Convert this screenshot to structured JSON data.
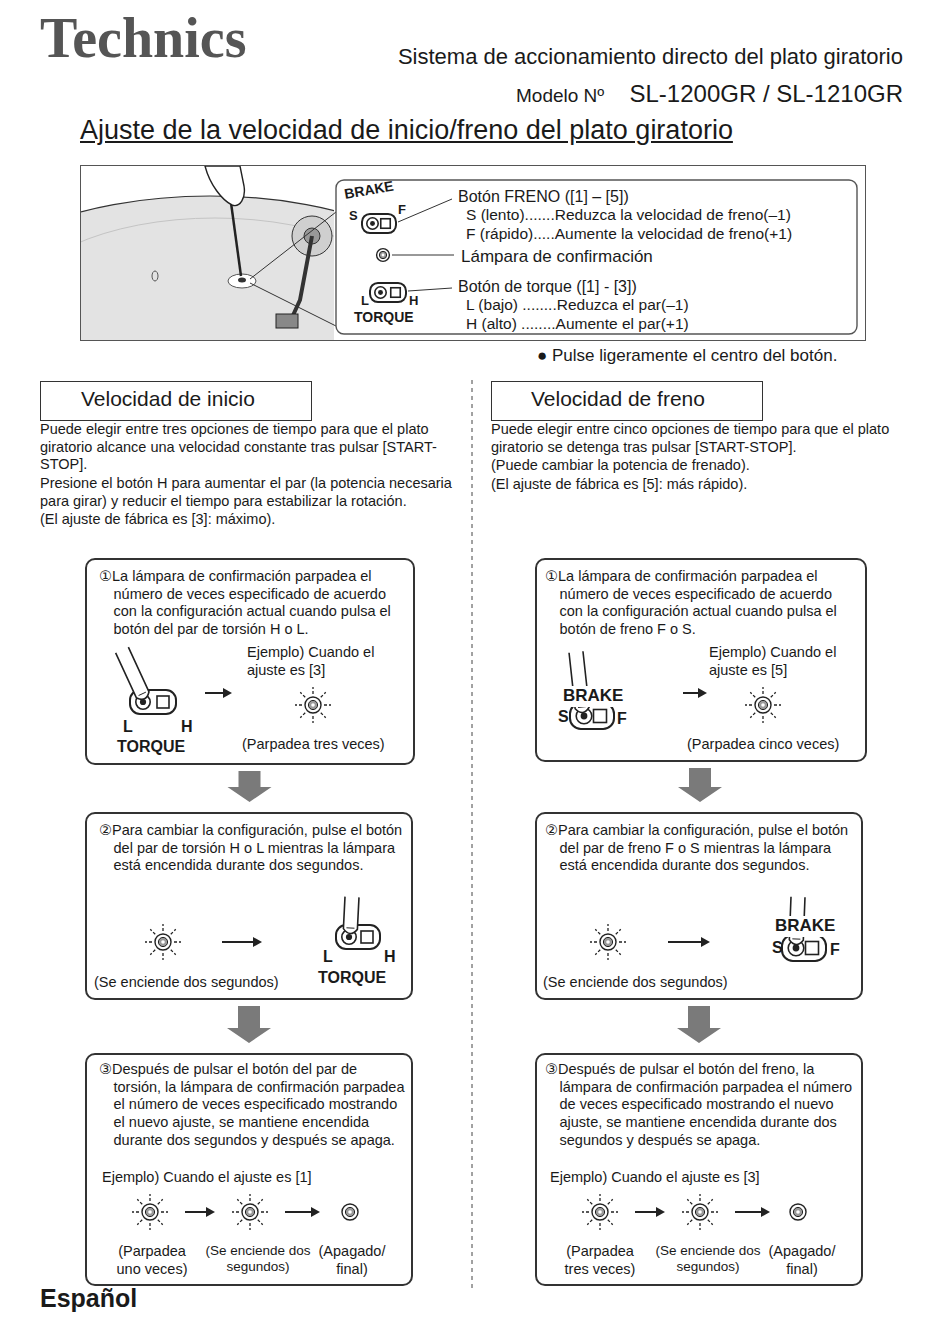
{
  "diagram": {
    "title": "Ajuste de la velocidad de inicio/freno del plato giratorio",
    "nodes": [
      {
        "text": [
          "BRAKE",
          "S",
          "F",
          "Botón FRENO ([1] – [5])",
          "S (lento).......Reduzca la velocidad de freno(–1)",
          "F (rápido).....Aumente la velocidad de freno(+1)",
          "Lámpara de confirmación",
          "L",
          "H",
          "TORQUE",
          "Botón de torque ([1] - [3])",
          "L (bajo) ........Reduzca el par(–1)",
          "H (alto) ........Aumente el par(+1)"
        ]
      },
      {
        "text": [
          "Velocidad de inicio"
        ]
      },
      {
        "text": [
          "①La lámpara de confirmación parpadea el número de veces especificado de acuerdo con la configuración actual cuando pulsa el botón del par de torsión H o L.",
          "Ejemplo) Cuando el ajuste es [3]",
          "L",
          "H",
          "TORQUE",
          "(Parpadea tres veces)"
        ]
      },
      {
        "text": [
          "②Para cambiar la configuración, pulse el botón del par de torsión H o L mientras la lámpara está encendida durante dos segundos.",
          "(Se enciende dos segundos)",
          "L",
          "H",
          "TORQUE"
        ]
      },
      {
        "text": [
          "③Después de pulsar el botón del par de torsión, la lámpara de confirmación parpadea el número de veces especificado mostrando el nuevo ajuste, se mantiene encendida durante dos segundos y después se apaga.",
          "Ejemplo) Cuando el ajuste es [1]",
          "(Parpadea uno veces)",
          "(Se enciende dos segundos)",
          "(Apagado/ final)"
        ]
      },
      {
        "text": [
          "Velocidad de freno"
        ]
      },
      {
        "text": [
          "①La lámpara de confirmación parpadea el número de veces especificado de acuerdo con la configuración actual cuando pulsa el botón de freno F o S.",
          "Ejemplo) Cuando el ajuste es [5]",
          "BRAKE",
          "S",
          "F",
          "(Parpadea cinco veces)"
        ]
      },
      {
        "text": [
          "②Para cambiar la configuración, pulse el botón del par de freno F o S mientras la lámpara está encendida durante dos segundos.",
          "(Se enciende dos segundos)",
          "BRAKE",
          "S",
          "F"
        ]
      },
      {
        "text": [
          "③Después de pulsar el botón del freno, la lámpara de confirmación parpadea el número de veces especificado mostrando el nuevo ajuste, se mantiene encendida durante dos segundos y después se apaga.",
          "Ejemplo) Cuando el ajuste es [3]",
          "(Parpadea tres veces)",
          "(Se enciende dos segundos)",
          "(Apagado/ final)"
        ]
      }
    ],
    "edges": [
      {
        "from": 2,
        "to": 3,
        "arrow": "to"
      },
      {
        "from": 3,
        "to": 4,
        "arrow": "to"
      },
      {
        "from": 6,
        "to": 7,
        "arrow": "to"
      },
      {
        "from": 7,
        "to": 8,
        "arrow": "to"
      }
    ],
    "labels": [
      "Technics",
      "Sistema de accionamiento directo del plato giratorio",
      "Modelo Nº",
      "SL-1200GR / SL-1210GR",
      "● Pulse ligeramente el centro del botón.",
      "Puede elegir entre tres opciones de tiempo para que el plato giratorio alcance una velocidad constante tras pulsar [START-STOP].",
      "Presione el botón H para aumentar el par (la potencia necesaria para girar) y reducir el tiempo para estabilizar la rotación.",
      "(El ajuste de fábrica es [3]: máximo).",
      "Puede elegir entre cinco opciones de tiempo para que el plato giratorio se detenga tras pulsar [START-STOP].",
      "(Puede cambiar la potencia de frenado).",
      "(El ajuste de fábrica es [5]: más rápido).",
      "Español"
    ]
  }
}
